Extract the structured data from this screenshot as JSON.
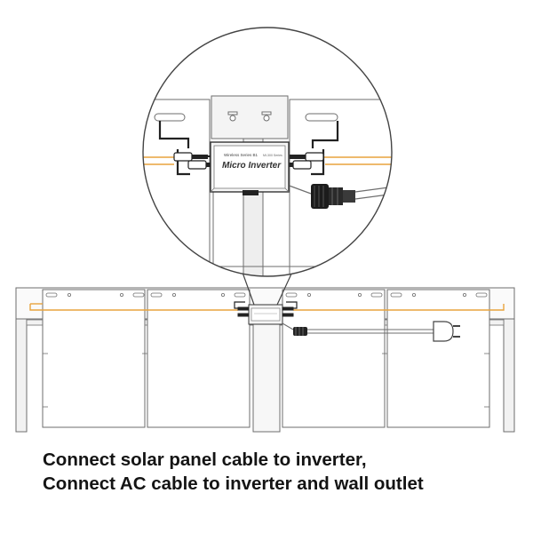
{
  "inverter": {
    "model_label": "Micro Inverter",
    "top_label": "Wireless Series B1",
    "small_label": "MI-300 Series"
  },
  "caption": {
    "line1": "Connect solar panel cable to inverter,",
    "line2": "Connect AC cable to inverter and wall outlet"
  },
  "colors": {
    "line": "#6e6e6e",
    "panel_fill": "#ffffff",
    "frame_fill": "#f2f2f2",
    "dc_cable": "#e8a33d",
    "text": "#141414",
    "dark": "#222222"
  },
  "icons": [
    "inverter-icon",
    "mc4-connector-icon",
    "ac-plug-icon",
    "mounting-rail-icon"
  ]
}
